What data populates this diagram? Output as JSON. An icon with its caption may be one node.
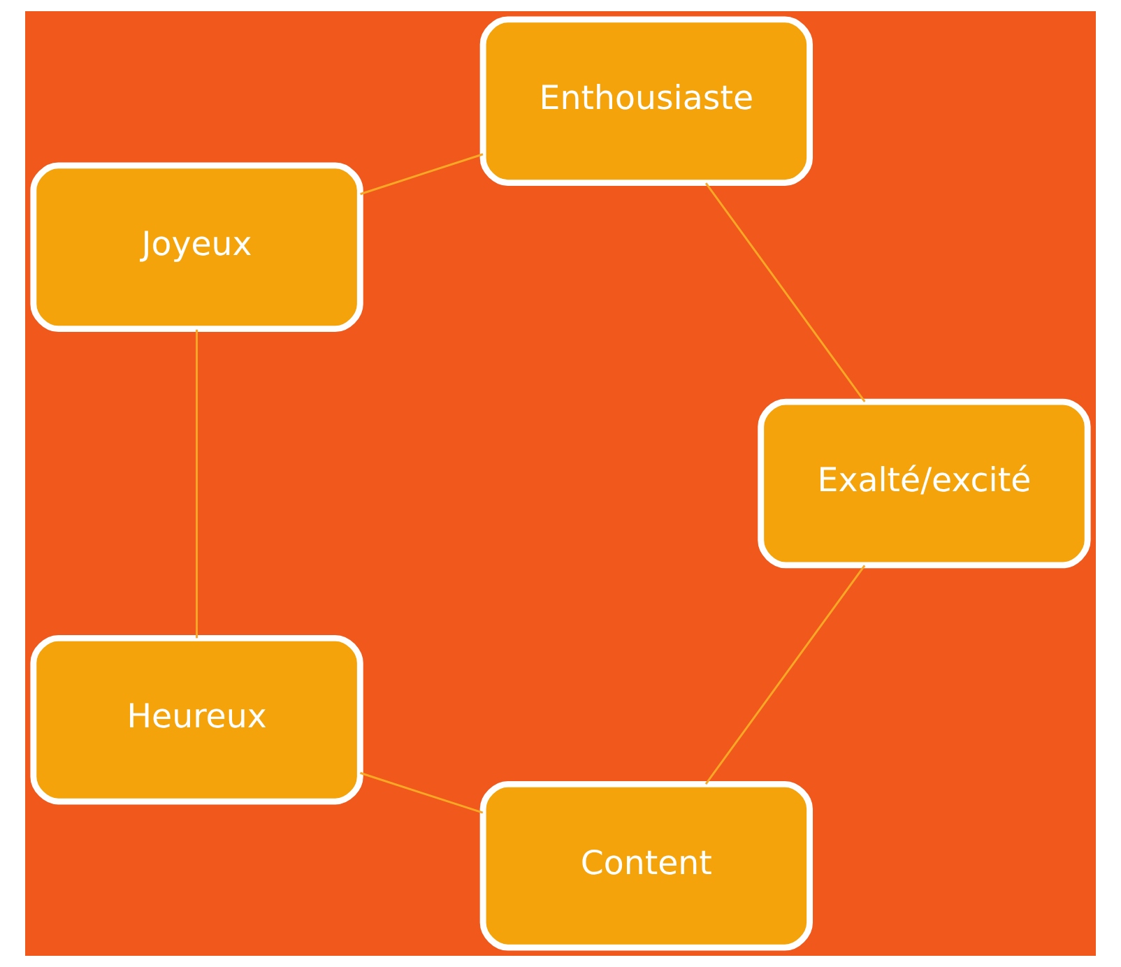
{
  "diagram": {
    "nodes": [
      {
        "text": [
          "Content"
        ]
      },
      {
        "text": [
          "Heureux"
        ]
      },
      {
        "text": [
          "Joyeux"
        ]
      },
      {
        "text": [
          "Enthousiaste"
        ]
      },
      {
        "text": [
          "Exalté/excité"
        ]
      }
    ],
    "edges": [
      {
        "from": 0,
        "to": 1,
        "arrow": "none"
      },
      {
        "from": 1,
        "to": 2,
        "arrow": "none"
      },
      {
        "from": 2,
        "to": 3,
        "arrow": "none"
      },
      {
        "from": 3,
        "to": 4,
        "arrow": "none"
      },
      {
        "from": 4,
        "to": 0,
        "arrow": "none"
      }
    ]
  }
}
